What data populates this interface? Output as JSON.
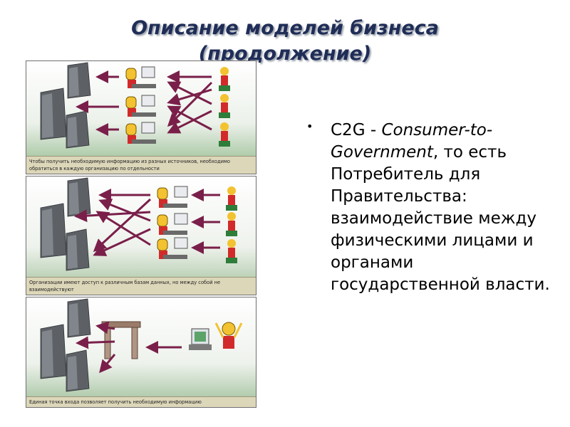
{
  "slide": {
    "title_line1": "Описание моделей бизнеса",
    "title_line2": "(продолжение)"
  },
  "figure": {
    "panel1_caption": "Чтобы получить необходимую информацию из разных источников, необходимо обратиться в каждую организацию по отдельности",
    "panel2_caption": "Организации имеют доступ к различным базам данных, но между собой не взаимодействуют",
    "panel3_caption": "Единая точка входа позволяет получить необходимую информацию",
    "arrow_color": "#7a1f4a"
  },
  "bullet": {
    "marker": "•",
    "term": "C2G - ",
    "term_italic": "Consumer-to-Government",
    "rest": ", то есть Потребитель для Правительства: взаимодействие между физическими лицами и органами государственной власти."
  }
}
